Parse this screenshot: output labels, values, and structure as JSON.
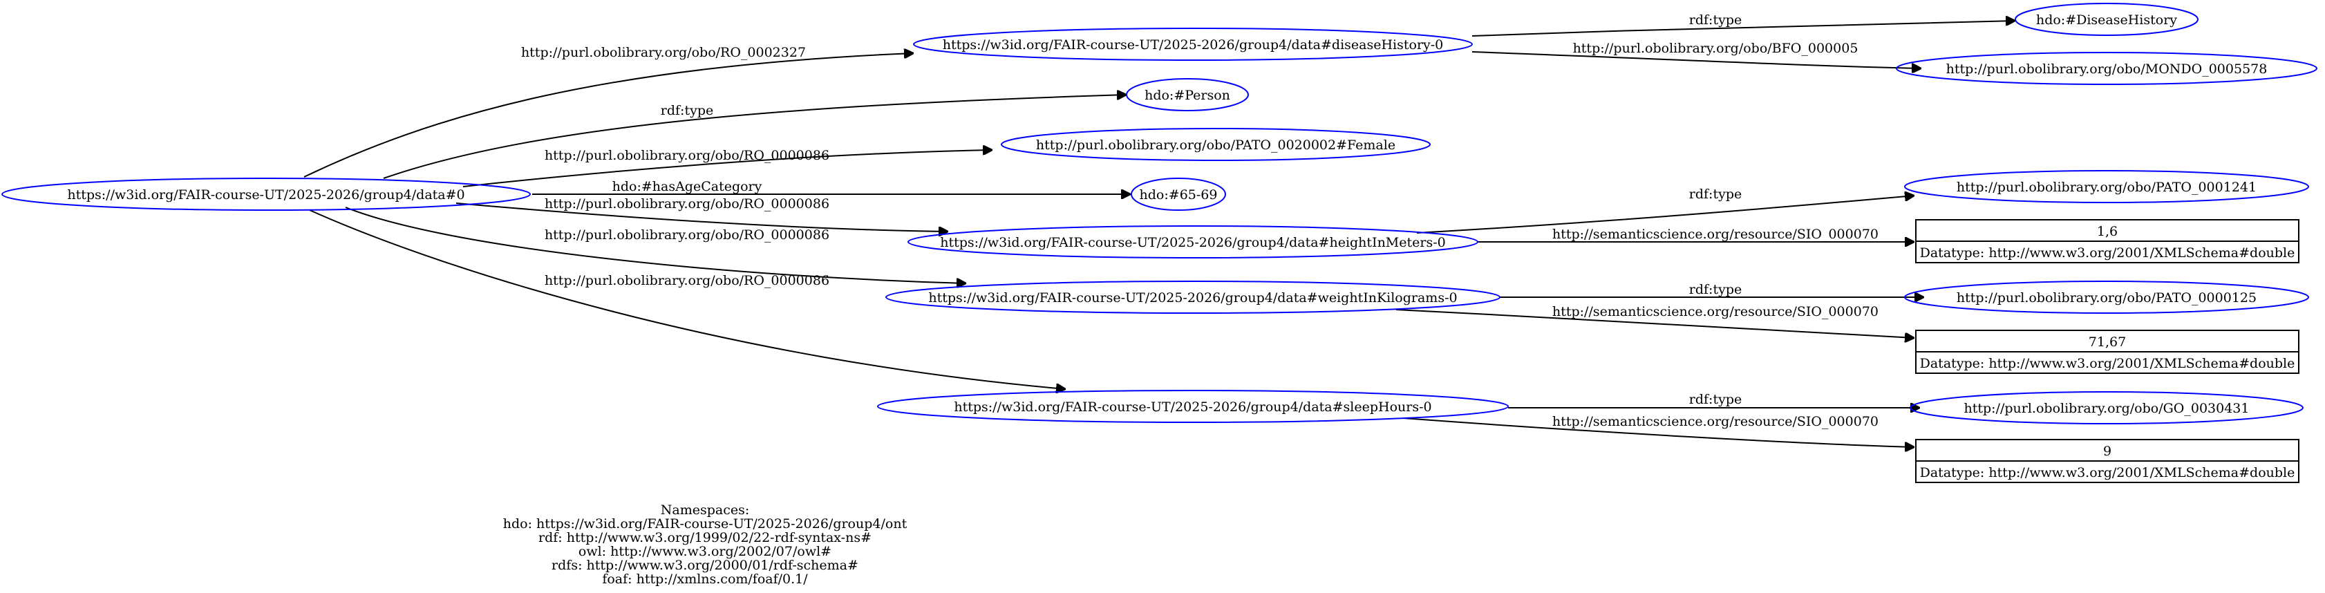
{
  "nodes": {
    "data0": "https://w3id.org/FAIR-course-UT/2025-2026/group4/data#0",
    "diseaseHistory": "https://w3id.org/FAIR-course-UT/2025-2026/group4/data#diseaseHistory-0",
    "person": "hdo:#Person",
    "female": "http://purl.obolibrary.org/obo/PATO_0020002#Female",
    "age": "hdo:#65-69",
    "height": "https://w3id.org/FAIR-course-UT/2025-2026/group4/data#heightInMeters-0",
    "weight": "https://w3id.org/FAIR-course-UT/2025-2026/group4/data#weightInKilograms-0",
    "sleep": "https://w3id.org/FAIR-course-UT/2025-2026/group4/data#sleepHours-0",
    "diseaseHistoryClass": "hdo:#DiseaseHistory",
    "mondo": "http://purl.obolibrary.org/obo/MONDO_0005578",
    "pato1241": "http://purl.obolibrary.org/obo/PATO_0001241",
    "pato125": "http://purl.obolibrary.org/obo/PATO_0000125",
    "go30431": "http://purl.obolibrary.org/obo/GO_0030431"
  },
  "literals": {
    "heightValue": {
      "value": "1,6",
      "datatype": "Datatype: http://www.w3.org/2001/XMLSchema#double"
    },
    "weightValue": {
      "value": "71,67",
      "datatype": "Datatype: http://www.w3.org/2001/XMLSchema#double"
    },
    "sleepValue": {
      "value": "9",
      "datatype": "Datatype: http://www.w3.org/2001/XMLSchema#double"
    }
  },
  "edges": {
    "e1": "http://purl.obolibrary.org/obo/RO_0002327",
    "e2": "rdf:type",
    "e3": "http://purl.obolibrary.org/obo/RO_0000086",
    "e4": "hdo:#hasAgeCategory",
    "e5": "http://purl.obolibrary.org/obo/RO_0000086",
    "e6": "http://purl.obolibrary.org/obo/RO_0000086",
    "e7": "http://purl.obolibrary.org/obo/RO_0000086",
    "e8": "rdf:type",
    "e9": "http://purl.obolibrary.org/obo/BFO_000005",
    "e10": "rdf:type",
    "e11": "http://semanticscience.org/resource/SIO_000070",
    "e12": "rdf:type",
    "e13": "http://semanticscience.org/resource/SIO_000070",
    "e14": "rdf:type",
    "e15": "http://semanticscience.org/resource/SIO_000070"
  },
  "namespaces": {
    "title": "Namespaces:",
    "hdo": "hdo: https://w3id.org/FAIR-course-UT/2025-2026/group4/ont",
    "rdf": "rdf: http://www.w3.org/1999/02/22-rdf-syntax-ns#",
    "owl": "owl: http://www.w3.org/2002/07/owl#",
    "rdfs": "rdfs: http://www.w3.org/2000/01/rdf-schema#",
    "foaf": "foaf: http://xmlns.com/foaf/0.1/"
  }
}
